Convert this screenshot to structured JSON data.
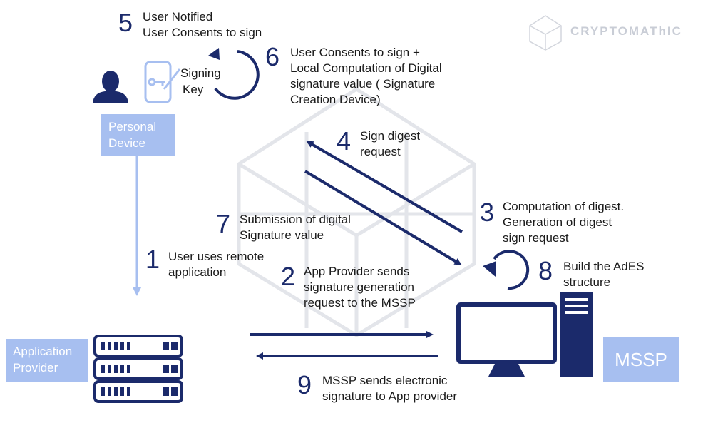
{
  "brand": {
    "name": "CRYPTOMAThIC"
  },
  "colors": {
    "navy": "#1b2a6b",
    "light_blue": "#a7bff0",
    "watermark": "#e3e5ea"
  },
  "nodes": {
    "personal_device": [
      "Personal",
      "Device"
    ],
    "application_provider": [
      "Application",
      "Provider"
    ],
    "mssp": "MSSP",
    "signing_key": [
      "Signing",
      "Key"
    ]
  },
  "steps": [
    {
      "num": "5",
      "lines": [
        "User Notified",
        "User Consents to sign"
      ]
    },
    {
      "num": "6",
      "lines": [
        "User Consents to sign +",
        "Local Computation of Digital",
        "signature value ( Signature",
        "Creation Device)"
      ]
    },
    {
      "num": "4",
      "lines": [
        "Sign digest",
        "request"
      ]
    },
    {
      "num": "3",
      "lines": [
        "Computation of digest.",
        "Generation of digest",
        "sign request"
      ]
    },
    {
      "num": "7",
      "lines": [
        "Submission of digital",
        "Signature value"
      ]
    },
    {
      "num": "1",
      "lines": [
        "User uses remote",
        "application"
      ]
    },
    {
      "num": "2",
      "lines": [
        "App Provider sends",
        "signature generation",
        "request to the MSSP"
      ]
    },
    {
      "num": "8",
      "lines": [
        "Build the AdES",
        "structure"
      ]
    },
    {
      "num": "9",
      "lines": [
        "MSSP sends electronic",
        "signature to App provider"
      ]
    }
  ]
}
